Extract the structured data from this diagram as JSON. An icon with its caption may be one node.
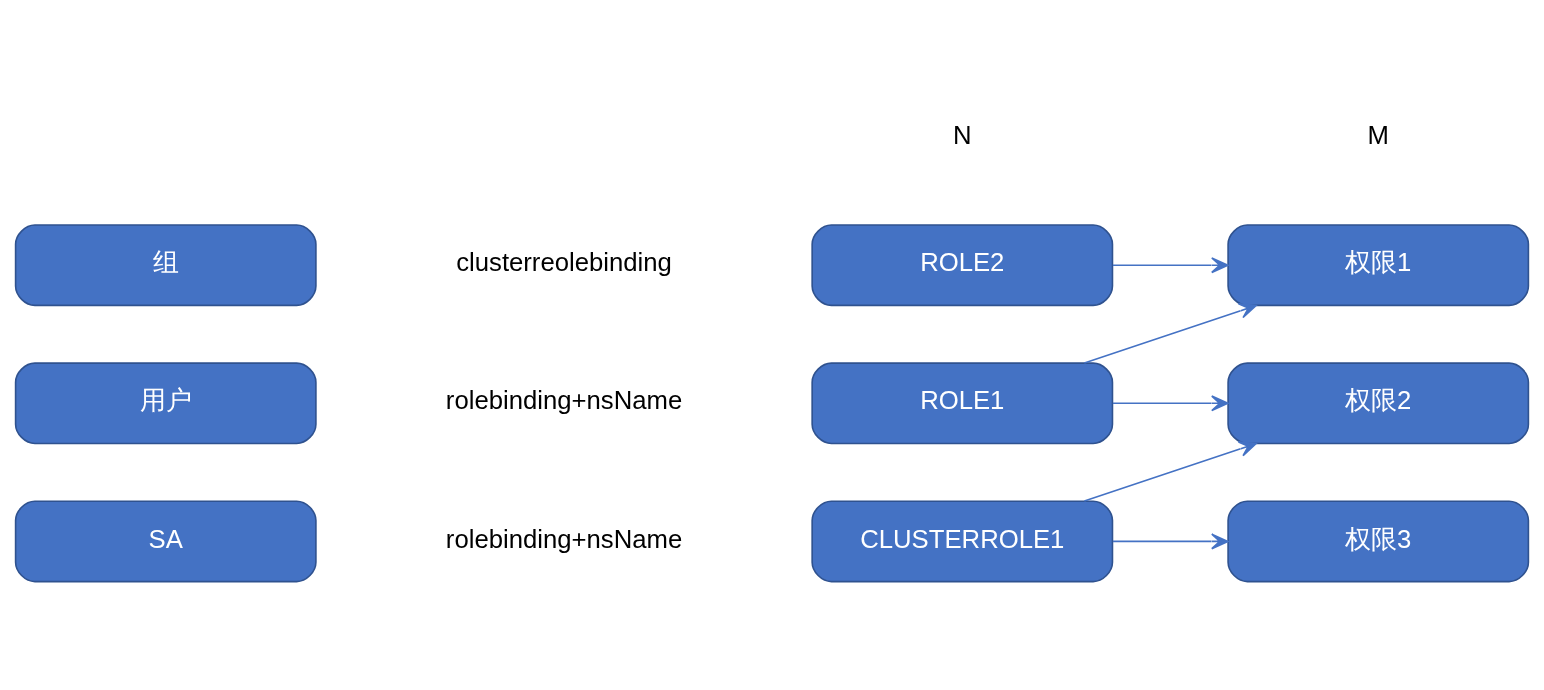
{
  "diagram": {
    "nodes": [
      {
        "text": [
          "用户"
        ]
      },
      {
        "text": [
          "组"
        ]
      },
      {
        "text": [
          "SA"
        ]
      },
      {
        "text": [
          "ROLE1"
        ]
      },
      {
        "text": [
          "ROLE2"
        ]
      },
      {
        "text": [
          "CLUSTERROLE1"
        ]
      },
      {
        "text": [
          "权限1"
        ]
      },
      {
        "text": [
          "权限2"
        ]
      },
      {
        "text": [
          "权限3"
        ]
      }
    ],
    "edges": [
      {
        "from": 3,
        "to": 6,
        "arrow": "to"
      },
      {
        "from": 3,
        "to": 7,
        "arrow": "to"
      },
      {
        "from": 4,
        "to": 6,
        "arrow": "to"
      },
      {
        "from": 5,
        "to": 7,
        "arrow": "to"
      },
      {
        "from": 5,
        "to": 8,
        "arrow": "to"
      }
    ],
    "labels": [
      "N",
      "M",
      "rolebinding+nsName",
      "clusterreolebinding",
      "rolebinding+nsName"
    ]
  }
}
